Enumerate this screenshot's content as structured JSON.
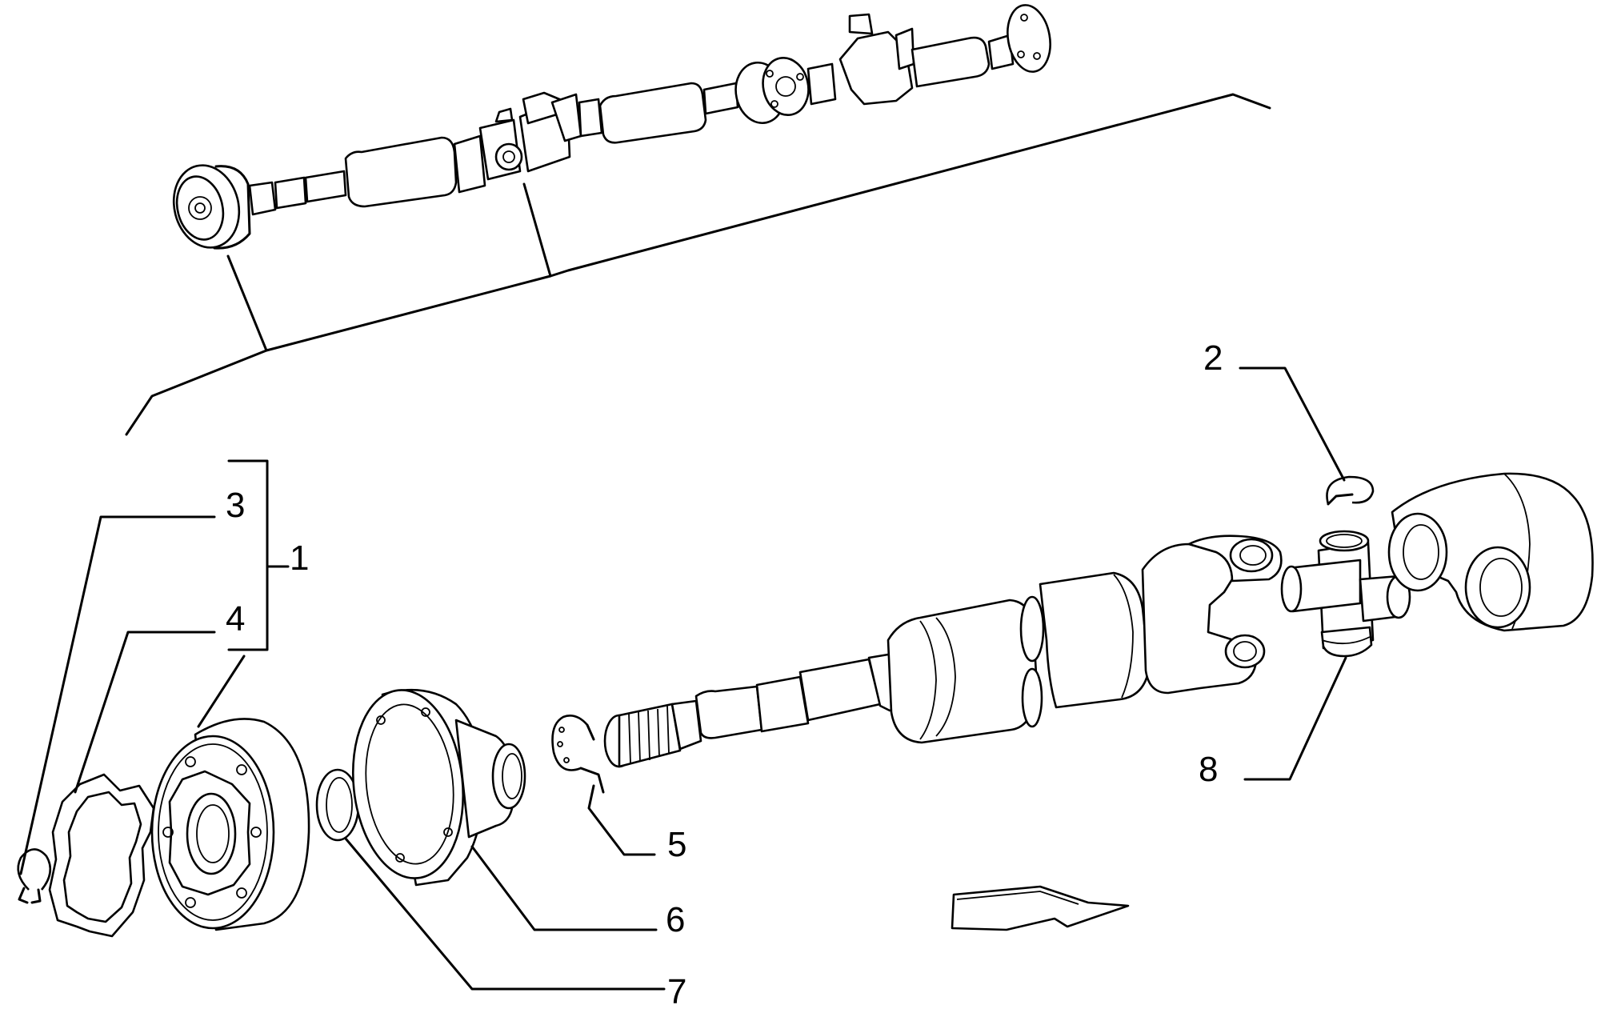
{
  "callouts": {
    "c1": "1",
    "c2": "2",
    "c3": "3",
    "c4": "4",
    "c5": "5",
    "c6": "6",
    "c7": "7",
    "c8": "8"
  },
  "icons": {
    "direction_arrow": "direction-arrow-icon"
  }
}
